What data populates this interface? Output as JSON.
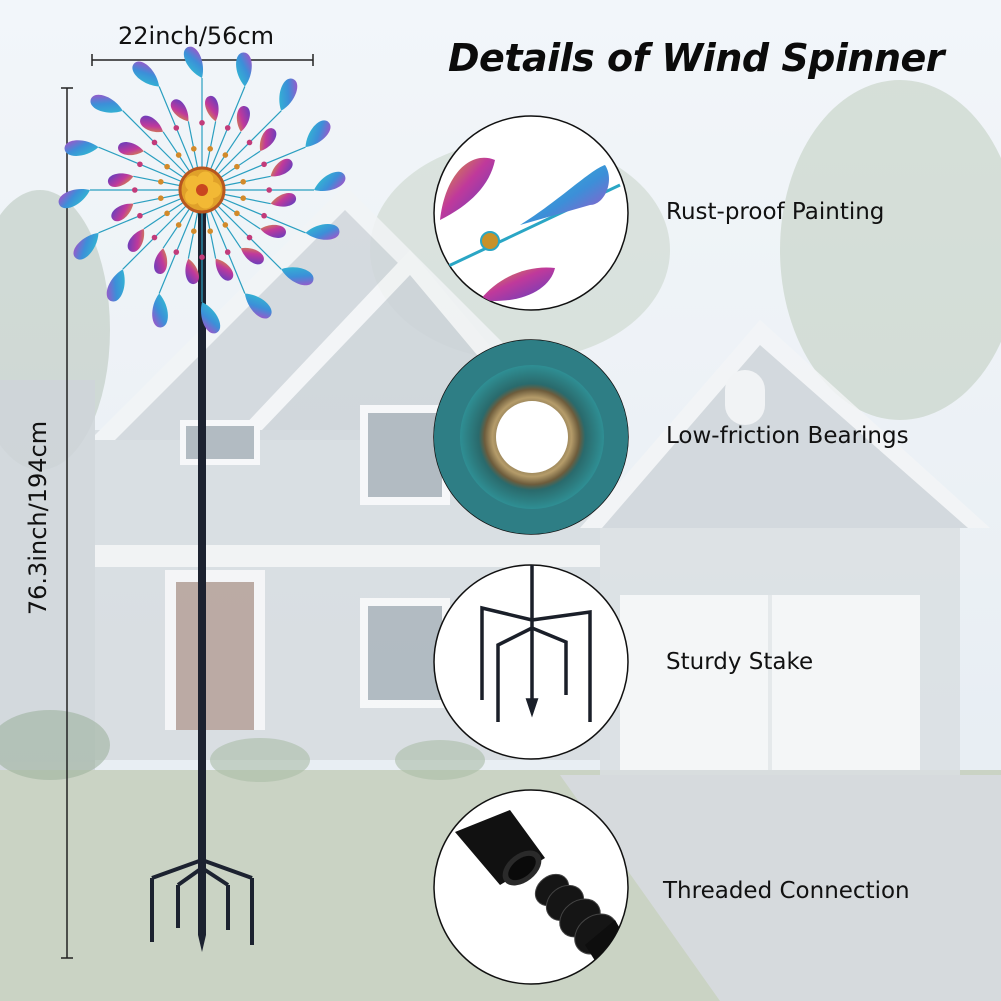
{
  "title": "Details of Wind Spinner",
  "dimensions": {
    "width_label": "22inch/56cm",
    "height_label": "76.3inch/194cm"
  },
  "features": [
    {
      "label": "Rust-proof Painting"
    },
    {
      "label": "Low-friction Bearings"
    },
    {
      "label": "Sturdy Stake"
    },
    {
      "label": "Threaded Connection"
    }
  ],
  "colors": {
    "sky": "#e6eef5",
    "house_wall": "#c9d0d6",
    "roof_trim": "#f3f5f7",
    "lawn": "#aab8a0",
    "spinner_teal": "#2fb8c9",
    "spinner_purple": "#8a3fb6",
    "spinner_gold": "#e0a12a",
    "pole": "#1c2230"
  }
}
